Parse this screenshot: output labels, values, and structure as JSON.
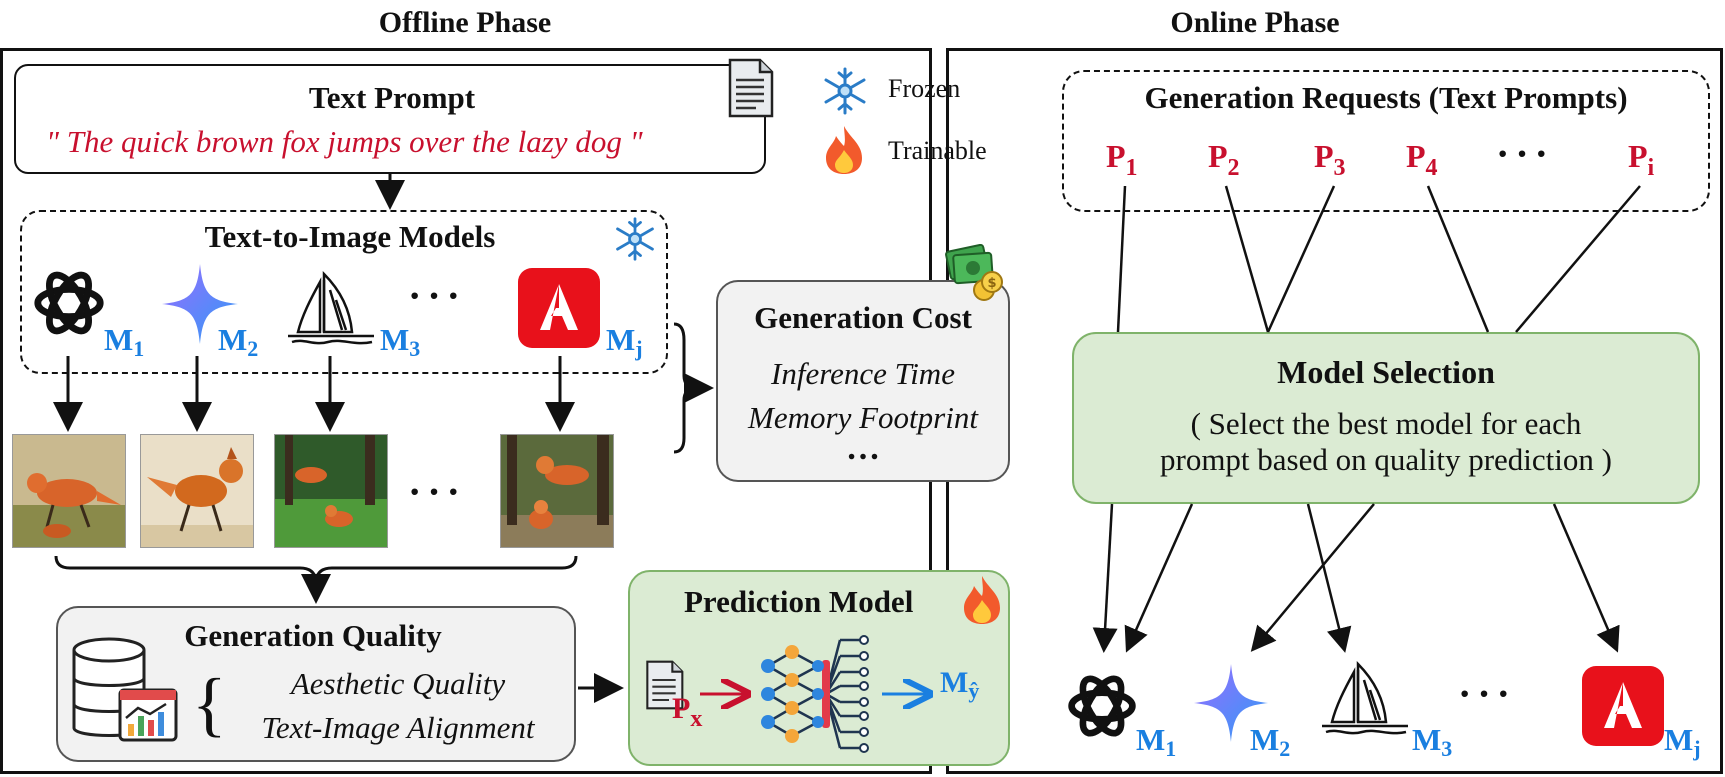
{
  "offline": {
    "title": "Offline Phase",
    "legend": {
      "frozen": "Frozen",
      "trainable": "Trainable"
    },
    "prompt": {
      "title": "Text Prompt",
      "text": "\" The quick brown fox jumps over the lazy dog \""
    },
    "t2i": {
      "title": "Text-to-Image Models"
    },
    "models": [
      "M",
      "M",
      "M",
      "M"
    ],
    "model_subs": [
      "1",
      "2",
      "3",
      "j"
    ],
    "cost": {
      "title": "Generation Cost",
      "lines": [
        "Inference Time",
        "Memory Footprint",
        "…"
      ]
    },
    "quality": {
      "title": "Generation Quality",
      "lines": [
        "Aesthetic Quality",
        "Text-Image Alignment"
      ]
    },
    "prediction": {
      "title": "Prediction Model",
      "input": "P",
      "input_sub": "x",
      "output": "M",
      "output_sub": "ŷ"
    },
    "dots": "···"
  },
  "online": {
    "title": "Online Phase",
    "requests": {
      "title": "Generation Requests (Text Prompts)"
    },
    "prompts": [
      "P",
      "P",
      "P",
      "P",
      "P"
    ],
    "prompt_subs": [
      "1",
      "2",
      "3",
      "4",
      "i"
    ],
    "selection": {
      "title": "Model Selection",
      "line1": "( Select the best model for each",
      "line2": "prompt based on quality prediction )"
    },
    "models": [
      "M",
      "M",
      "M",
      "M"
    ],
    "model_subs": [
      "1",
      "2",
      "3",
      "j"
    ],
    "dots": "···"
  },
  "colors": {
    "red": "#c8102e",
    "blue": "#1a7fe0",
    "green_fill": "#dbebd3",
    "green_border": "#7fb36a",
    "grey_fill": "#f2f2f2"
  },
  "icons": [
    "document-icon",
    "snowflake-icon",
    "fire-icon",
    "openai-logo-icon",
    "sparkle-logo-icon",
    "sailboat-logo-icon",
    "adobe-logo-icon",
    "money-icon",
    "database-icon",
    "neural-network-icon"
  ]
}
